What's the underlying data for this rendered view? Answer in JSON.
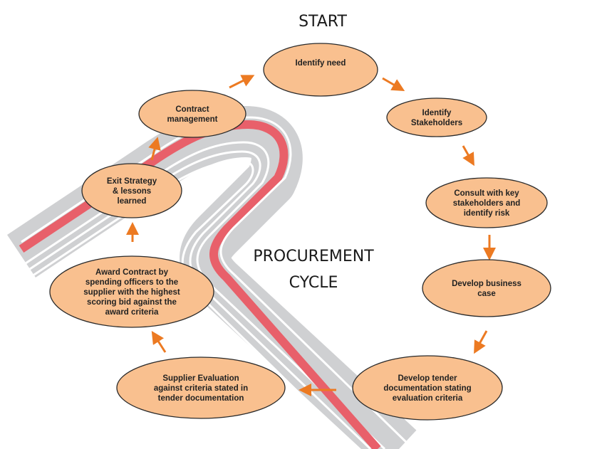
{
  "title": "START",
  "center_label": [
    "PROCUREMENT",
    "CYCLE"
  ],
  "colors": {
    "node_fill": "#f9c08f",
    "node_stroke": "#2a2a2a",
    "arrow": "#ec7a22",
    "track_red": "#e8606a",
    "track_grey": "#cfd0d2"
  },
  "nodes": [
    {
      "id": "identify-need",
      "lines": [
        "Identify need"
      ]
    },
    {
      "id": "identify-stakeholders",
      "lines": [
        "Identify",
        "Stakeholders"
      ]
    },
    {
      "id": "consult-stakeholders",
      "lines": [
        "Consult with key",
        "stakeholders and",
        "identify risk"
      ]
    },
    {
      "id": "develop-business-case",
      "lines": [
        "Develop business",
        "case"
      ]
    },
    {
      "id": "develop-tender-documentation",
      "lines": [
        "Develop tender",
        "documentation stating",
        "evaluation criteria"
      ]
    },
    {
      "id": "supplier-evaluation",
      "lines": [
        "Supplier Evaluation",
        "against criteria stated in",
        "tender documentation"
      ]
    },
    {
      "id": "award-contract",
      "lines": [
        "Award Contract by",
        "spending officers to the",
        "supplier with the highest",
        "scoring bid against the",
        "award criteria"
      ]
    },
    {
      "id": "exit-strategy",
      "lines": [
        "Exit Strategy",
        "& lessons",
        "learned"
      ]
    },
    {
      "id": "contract-management",
      "lines": [
        "Contract",
        "management"
      ]
    }
  ],
  "flow": [
    [
      "identify-need",
      "identify-stakeholders"
    ],
    [
      "identify-stakeholders",
      "consult-stakeholders"
    ],
    [
      "consult-stakeholders",
      "develop-business-case"
    ],
    [
      "develop-business-case",
      "develop-tender-documentation"
    ],
    [
      "develop-tender-documentation",
      "supplier-evaluation"
    ],
    [
      "supplier-evaluation",
      "award-contract"
    ],
    [
      "award-contract",
      "exit-strategy"
    ],
    [
      "exit-strategy",
      "contract-management"
    ],
    [
      "contract-management",
      "identify-need"
    ]
  ]
}
